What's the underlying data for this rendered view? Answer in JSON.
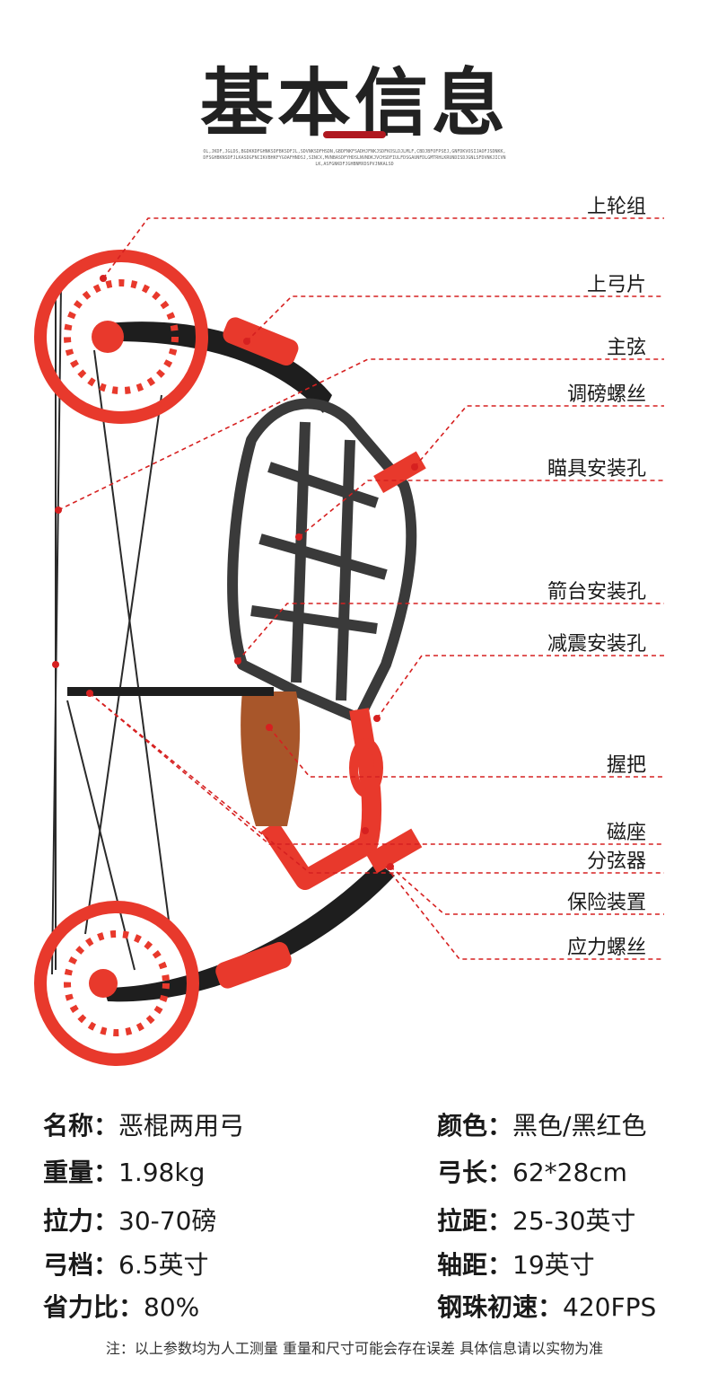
{
  "header": {
    "title": "基本信息",
    "subtitle": "OL,JKDF,JGLDS,BGDKKDFGHNKSDFBKSDFJL,SDVNKSDFHSDN,GBDFNKFSADHJFNKJSDFKOSLDJLMLF,CBDJBFOFPSEJ,GNFDKVOSIJAOFJSDNKK,DFSGHBKNSDFJLKASDGFNCIKVBHKFYGOAFHNDSJ,SINCX,MVNBASDFYHDSLNVNDKJVCHSDFIULFDSGAUNFDLGMTRHLKRUNDISDJGNLSFDVNKJICVNLK,ASFGNKDFJGHBNMXDSPVJNKALSD"
  },
  "callouts": [
    {
      "label": "上轮组"
    },
    {
      "label": "上弓片"
    },
    {
      "label": "主弦"
    },
    {
      "label": "调磅螺丝"
    },
    {
      "label": "瞄具安装孔"
    },
    {
      "label": "箭台安装孔"
    },
    {
      "label": "减震安装孔"
    },
    {
      "label": "握把"
    },
    {
      "label": "磁座"
    },
    {
      "label": "分弦器"
    },
    {
      "label": "保险装置"
    },
    {
      "label": "应力螺丝"
    }
  ],
  "specs": {
    "name": {
      "key": "名称：",
      "value": "恶棍两用弓"
    },
    "color": {
      "key": "颜色：",
      "value": "黑色/黑红色"
    },
    "weight": {
      "key": "重量：",
      "value": "1.98kg"
    },
    "length": {
      "key": "弓长：",
      "value": "62*28cm"
    },
    "draw": {
      "key": "拉力：",
      "value": "30-70磅"
    },
    "drawlen": {
      "key": "拉距：",
      "value": "25-30英寸"
    },
    "brace": {
      "key": "弓档：",
      "value": "6.5英寸"
    },
    "axle": {
      "key": "轴距：",
      "value": "19英寸"
    },
    "letoff": {
      "key": "省力比：",
      "value": "80%"
    },
    "velocity": {
      "key": "钢珠初速：",
      "value": "420FPS"
    }
  },
  "note": "注：以上参数均为人工测量 重量和尺寸可能会存在误差 具体信息请以实物为准",
  "colors": {
    "accent": "#e8392c",
    "riser": "#3a3a3a",
    "limb": "#1e1e1e",
    "grip": "#a8562a",
    "dash": "#d62020"
  }
}
